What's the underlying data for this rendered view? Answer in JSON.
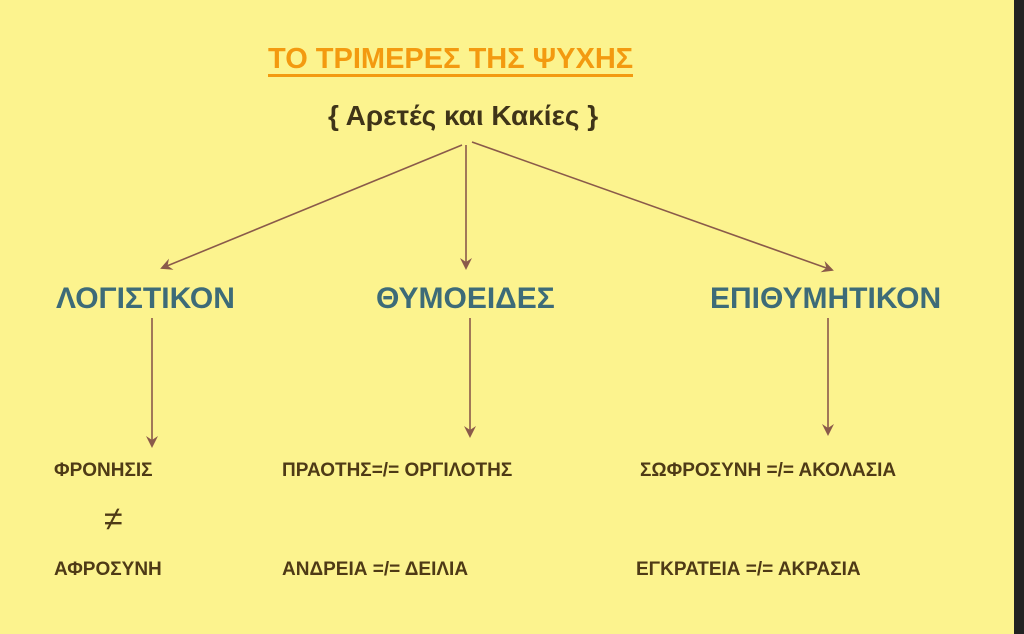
{
  "title": "ΤΟ ΤΡΙΜΕΡΕΣ ΤΗΣ  ΨΥΧΗΣ",
  "subtitle": "{ Αρετές  και Κακίες }",
  "categories": [
    "ΛΟΓΙΣΤΙΚΟΝ",
    "ΘΥΜΟΕΙΔΕΣ",
    "ΕΠΙΘΥΜΗΤΙΚΟΝ"
  ],
  "logistikon": {
    "top": "ΦΡΟΝΗΣΙΣ",
    "symbol": "≠",
    "bottom": "ΑΦΡΟΣΥΝΗ"
  },
  "thymoeides": {
    "row1": "ΠΡΑΟΤΗΣ=/= ΟΡΓΙΛΟΤΗΣ",
    "row2": "ΑΝΔΡΕΙΑ  =/= ΔΕΙΛΙΑ"
  },
  "epithymitikon": {
    "row1": "ΣΩΦΡΟΣΥΝΗ =/= ΑΚΟΛΑΣΙΑ",
    "row2": "ΕΓΚΡΑΤΕΙΑ =/= ΑΚΡΑΣΙΑ"
  },
  "colors": {
    "background": "#fcf38e",
    "title": "#f39a10",
    "category": "#3d6b78",
    "text": "#4e3a16",
    "arrow": "#8a5a4a"
  }
}
